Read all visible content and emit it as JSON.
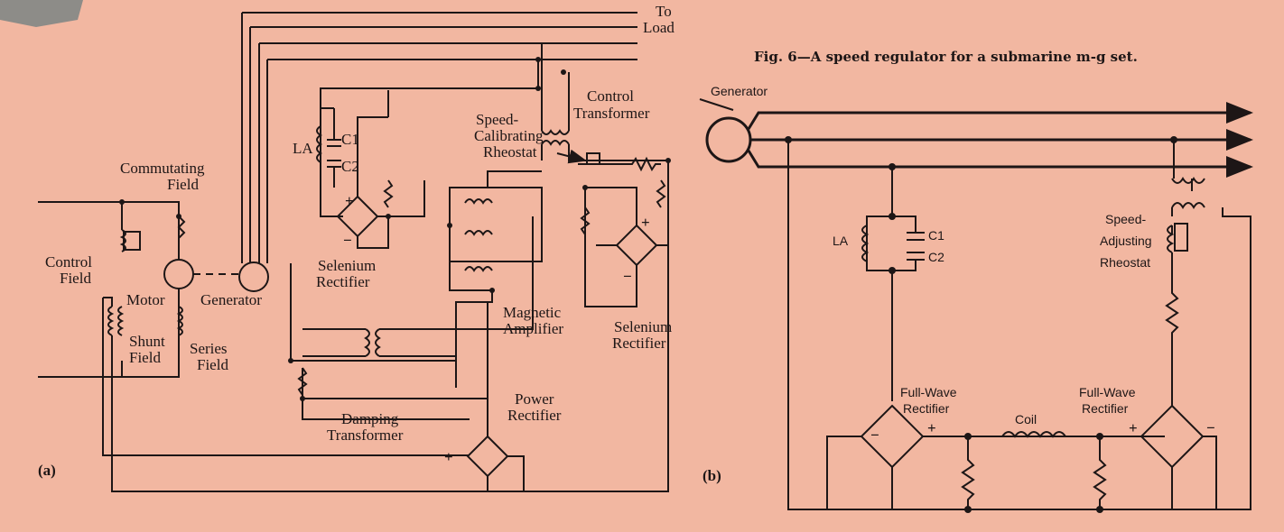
{
  "caption": "Fig. 6—A speed regulator for a submarine m-g set.",
  "panel_a": {
    "label": "(a)",
    "to_load": [
      "To",
      "Load"
    ],
    "control_transformer": [
      "Control",
      "Transformer"
    ],
    "speed_calibrating_rheostat": [
      "Speed-",
      "Calibrating",
      "Rheostat"
    ],
    "la": "LA",
    "c1": "C1",
    "c2": "C2",
    "commutating_field": [
      "Commutating",
      "Field"
    ],
    "control_field": [
      "Control",
      "Field"
    ],
    "motor": "Motor",
    "generator": "Generator",
    "shunt_field": [
      "Shunt",
      "Field"
    ],
    "series_field": [
      "Series",
      "Field"
    ],
    "selenium_rectifier_1": [
      "Selenium",
      "Rectifier"
    ],
    "magnetic_amplifier": [
      "Magnetic",
      "Amplifier"
    ],
    "selenium_rectifier_2": [
      "Selenium",
      "Rectifier"
    ],
    "damping_transformer": [
      "Damping",
      "Transformer"
    ],
    "power_rectifier": [
      "Power",
      "Rectifier"
    ]
  },
  "panel_b": {
    "label": "(b)",
    "generator": "Generator",
    "la": "LA",
    "c1": "C1",
    "c2": "C2",
    "speed_adjusting_rheostat": [
      "Speed-",
      "Adjusting",
      "Rheostat"
    ],
    "full_wave_rectifier_left": [
      "Full-Wave",
      "Rectifier"
    ],
    "full_wave_rectifier_right": [
      "Full-Wave",
      "Rectifier"
    ],
    "coil": "Coil"
  },
  "colors": {
    "background": "#f2b7a1",
    "ink": "#1d1616"
  }
}
